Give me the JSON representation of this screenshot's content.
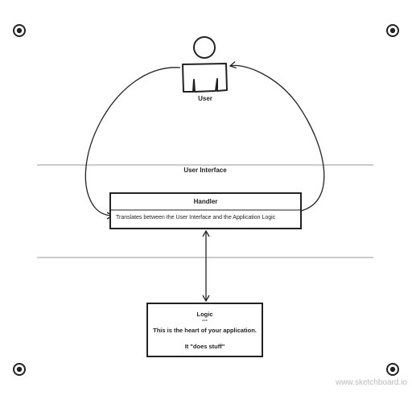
{
  "diagram": {
    "user": {
      "label": "User"
    },
    "ui_layer": {
      "label": "User Interface"
    },
    "handler": {
      "title": "Handler",
      "description": "Translates between the User Interface and the Application Logic"
    },
    "logic": {
      "title": "Logic",
      "separator": "---",
      "line1": "This is the heart of your application.",
      "line2": "It \"does stuff\""
    }
  },
  "watermark": "www.sketchboard.io",
  "colors": {
    "ink": "#222222",
    "divider": "#999999",
    "watermark": "#bbbbbb"
  }
}
